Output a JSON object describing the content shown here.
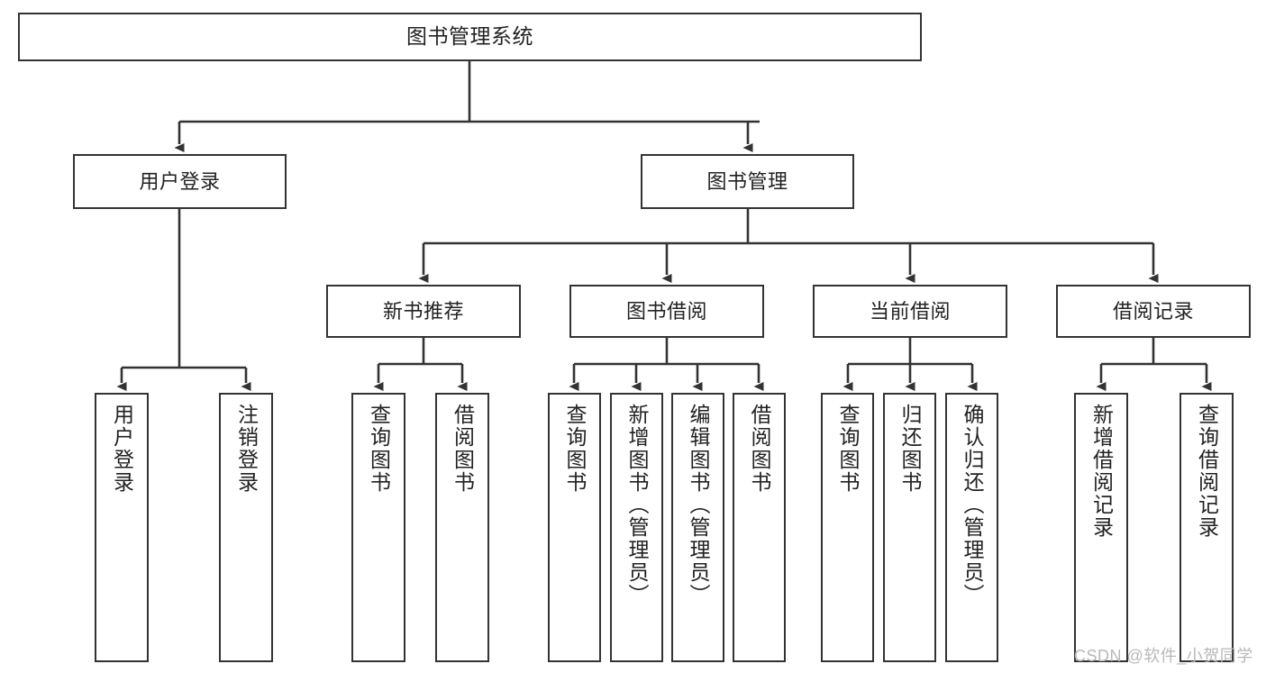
{
  "diagram": {
    "title": "图书管理系统",
    "type": "hierarchy-tree",
    "watermark": "CSDN @软件_小贺同学",
    "colors": {
      "stroke": "#333333",
      "fill": "#ffffff",
      "text": "#222222",
      "watermark": "#b8b8b8"
    },
    "levels": {
      "root": {
        "label": "图书管理系统"
      },
      "level2": [
        {
          "id": "user-login",
          "label": "用户登录"
        },
        {
          "id": "book-management",
          "label": "图书管理"
        }
      ],
      "level3": [
        {
          "id": "new-book-recommend",
          "label": "新书推荐",
          "parent": "book-management"
        },
        {
          "id": "book-borrow",
          "label": "图书借阅",
          "parent": "book-management"
        },
        {
          "id": "current-borrow",
          "label": "当前借阅",
          "parent": "book-management"
        },
        {
          "id": "borrow-record",
          "label": "借阅记录",
          "parent": "book-management"
        }
      ],
      "leaves": [
        {
          "id": "leaf-user-login",
          "label": "用户登录",
          "parent": "user-login"
        },
        {
          "id": "leaf-user-logout",
          "label": "注销登录",
          "parent": "user-login"
        },
        {
          "id": "leaf-query-book-1",
          "label": "查询图书",
          "parent": "new-book-recommend"
        },
        {
          "id": "leaf-borrow-book-1",
          "label": "借阅图书",
          "parent": "new-book-recommend"
        },
        {
          "id": "leaf-query-book-2",
          "label": "查询图书",
          "parent": "book-borrow"
        },
        {
          "id": "leaf-add-book",
          "label": "新增图书（管理员）",
          "parent": "book-borrow"
        },
        {
          "id": "leaf-edit-book",
          "label": "编辑图书（管理员）",
          "parent": "book-borrow"
        },
        {
          "id": "leaf-borrow-book-2",
          "label": "借阅图书",
          "parent": "book-borrow"
        },
        {
          "id": "leaf-query-book-3",
          "label": "查询图书",
          "parent": "current-borrow"
        },
        {
          "id": "leaf-return-book",
          "label": "归还图书",
          "parent": "current-borrow"
        },
        {
          "id": "leaf-confirm-return",
          "label": "确认归还（管理员）",
          "parent": "current-borrow"
        },
        {
          "id": "leaf-add-record",
          "label": "新增借阅记录",
          "parent": "borrow-record"
        },
        {
          "id": "leaf-query-record",
          "label": "查询借阅记录",
          "parent": "borrow-record"
        }
      ]
    }
  }
}
